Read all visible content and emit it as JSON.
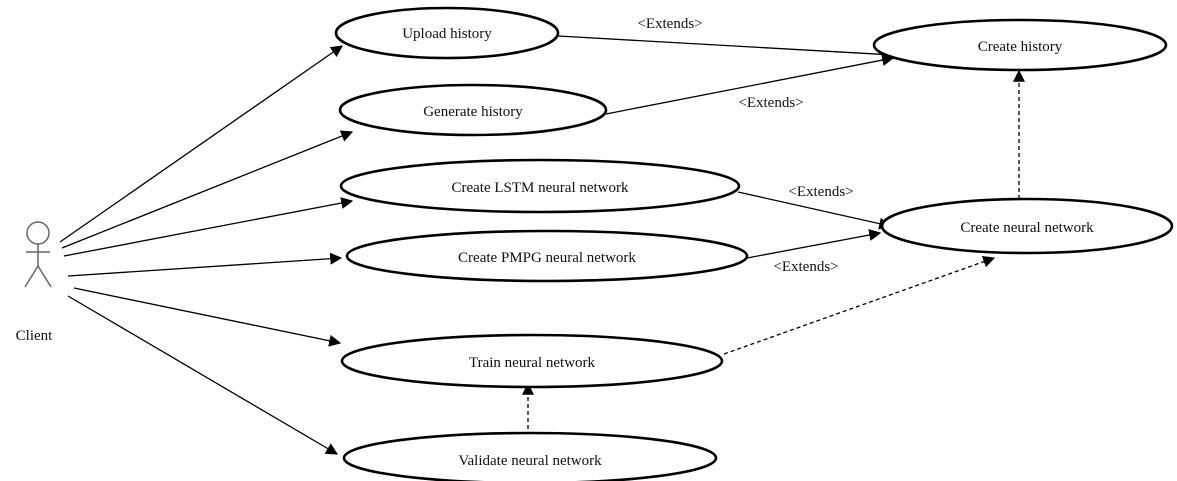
{
  "actor": {
    "label": "Client"
  },
  "use_cases": {
    "upload_history": "Upload history",
    "generate_history": "Generate history",
    "create_lstm": "Create LSTM neural network",
    "create_pmpg": "Create PMPG neural network",
    "train_nn": "Train neural network",
    "validate_nn": "Validate neural network",
    "create_history": "Create history",
    "create_nn": "Create neural network"
  },
  "relations": {
    "upload_extends_create_history": "<Extends>",
    "generate_extends_create_history": "<Extends>",
    "lstm_extends_create_nn": "<Extends>",
    "pmpg_extends_create_nn": "<Extends>"
  }
}
